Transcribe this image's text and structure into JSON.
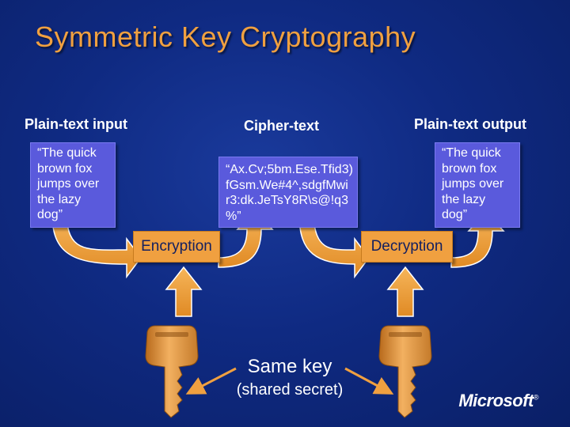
{
  "title": "Symmetric Key Cryptography",
  "labels": {
    "plaintext_input": "Plain-text input",
    "ciphertext": "Cipher-text",
    "plaintext_output": "Plain-text output"
  },
  "boxes": {
    "input_text": "“The quick\nbrown fox\njumps over\nthe lazy\ndog”",
    "cipher_text": "“Ax.Cv;5bm.Ese.Tfid3)\nfGsm.We#4^,sdgfMwi\nr3:dk.JeTsY8R\\s@!q3\n%”",
    "output_text": "“The quick\nbrown fox\njumps over\nthe lazy\ndog”"
  },
  "process": {
    "encryption": "Encryption",
    "decryption": "Decryption"
  },
  "key_caption": {
    "line1": "Same key",
    "line2": "(shared secret)"
  },
  "logo": "Microsoft",
  "colors": {
    "title": "#f0a040",
    "text_box": "#5a5adc",
    "process_box": "#f0a040",
    "arrow": "#f0a040",
    "key": "#e8a048",
    "background": "#0f2a82"
  },
  "icons": [
    "key-icon",
    "arrow-icon"
  ]
}
